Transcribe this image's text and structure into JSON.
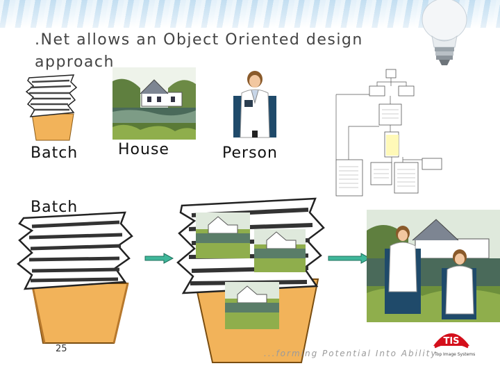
{
  "slide": {
    "title": ".Net allows an Object Oriented design approach",
    "labels": {
      "batch_top": "Batch",
      "house": "House",
      "person": "Person",
      "batch_bottom": "Batch"
    },
    "page_number": "25",
    "tagline": "...forming Potential Into Ability",
    "logo": {
      "text": "TIS",
      "subtext": "Top Image Systems"
    },
    "colors": {
      "arrow": "#3fb79a",
      "logo_red": "#d40f1b",
      "paper_box": "#f2b35a"
    }
  }
}
